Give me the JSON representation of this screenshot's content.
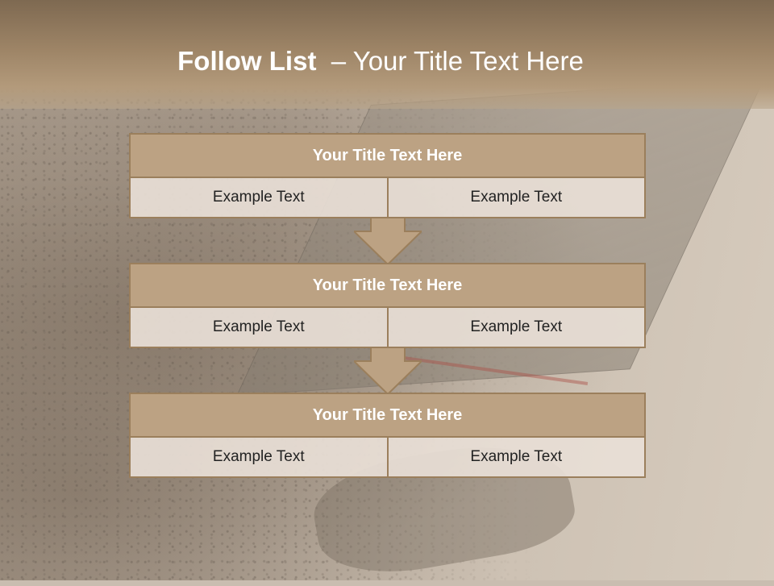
{
  "header": {
    "title_strong": "Follow List",
    "title_rest": "  – Your Title Text Here"
  },
  "stages": [
    {
      "title": "Your Title Text Here",
      "left": "Example Text",
      "right": "Example Text"
    },
    {
      "title": "Your Title Text Here",
      "left": "Example Text",
      "right": "Example Text"
    },
    {
      "title": "Your Title Text Here",
      "left": "Example Text",
      "right": "Example Text"
    }
  ],
  "colors": {
    "header": "#9d8466",
    "box_title": "#bca283",
    "box_border": "#9b7f5c",
    "cell_fill": "#e8ded6",
    "arrow_fill": "#bca283"
  },
  "icons": [
    "down-arrow-icon",
    "down-arrow-icon"
  ]
}
